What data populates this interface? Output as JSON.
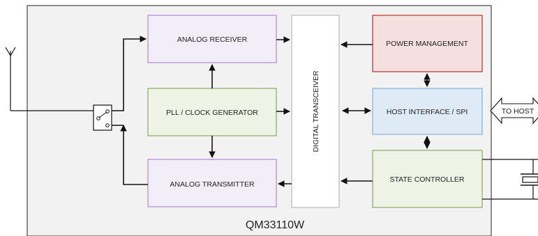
{
  "chip": {
    "label": "QM33110W"
  },
  "blocks": {
    "analog_receiver": {
      "label": "ANALOG RECEIVER"
    },
    "pll_clock": {
      "label": "PLL / CLOCK GENERATOR"
    },
    "analog_transmitter": {
      "label": "ANALOG TRANSMITTER"
    },
    "digital_transceiver": {
      "label": "DIGITAL TRANSCEIVER"
    },
    "power_management": {
      "label": "POWER MANAGEMENT"
    },
    "host_interface": {
      "label": "HOST INTERFACE / SPI"
    },
    "state_controller": {
      "label": "STATE CONTROLLER"
    }
  },
  "external": {
    "to_host": "TO HOST"
  },
  "colors": {
    "chip_fill": "#f2f2f2",
    "purple_fill": "#f1eef7",
    "purple_stroke": "#b88ed6",
    "green_fill": "#eef3e6",
    "green_stroke": "#8fae6a",
    "red_fill": "#f6dfdf",
    "red_stroke": "#c0393b",
    "blue_fill": "#deeaf6",
    "blue_stroke": "#8ab6dc",
    "gray_stroke": "#bdbdbd"
  }
}
